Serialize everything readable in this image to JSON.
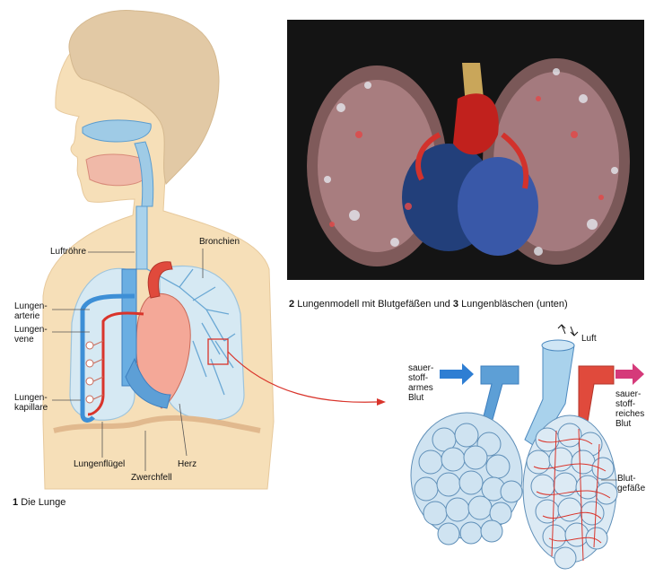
{
  "figure1": {
    "number": "1",
    "caption": "Die Lunge",
    "labels": {
      "luftroehre": "Luftröhre",
      "bronchien": "Bronchien",
      "lungenarterie": "Lungen-\narterie",
      "lungenvene": "Lungen-\nvene",
      "lungenkapillare": "Lungen-\nkapillare",
      "lungenfluegel": "Lungenflügel",
      "herz": "Herz",
      "zwerchfell": "Zwerchfell"
    }
  },
  "figure2": {
    "number": "2",
    "caption_a": "Lungenmodell mit Blutgefäßen und",
    "number3": "3",
    "caption_b": "Lungenbläschen (unten)"
  },
  "figure3": {
    "labels": {
      "luft": "Luft",
      "sauerstoffarm": "sauer-\nstoff-\narmes\nBlut",
      "sauerstoffreich": "sauer-\nstoff-\nreiches\nBlut",
      "blutgefaesse": "Blut-\ngefäße"
    }
  },
  "colors": {
    "skin": "#f6dfb8",
    "hair": "#e2c9a5",
    "oxygen_poor": "#3d8fd6",
    "oxygen_rich": "#d9342b",
    "lung": "#d6e9f3",
    "photo_bg": "#1a1a1a",
    "arrow_in": "#2e7ed3",
    "arrow_out": "#d53a7a"
  }
}
